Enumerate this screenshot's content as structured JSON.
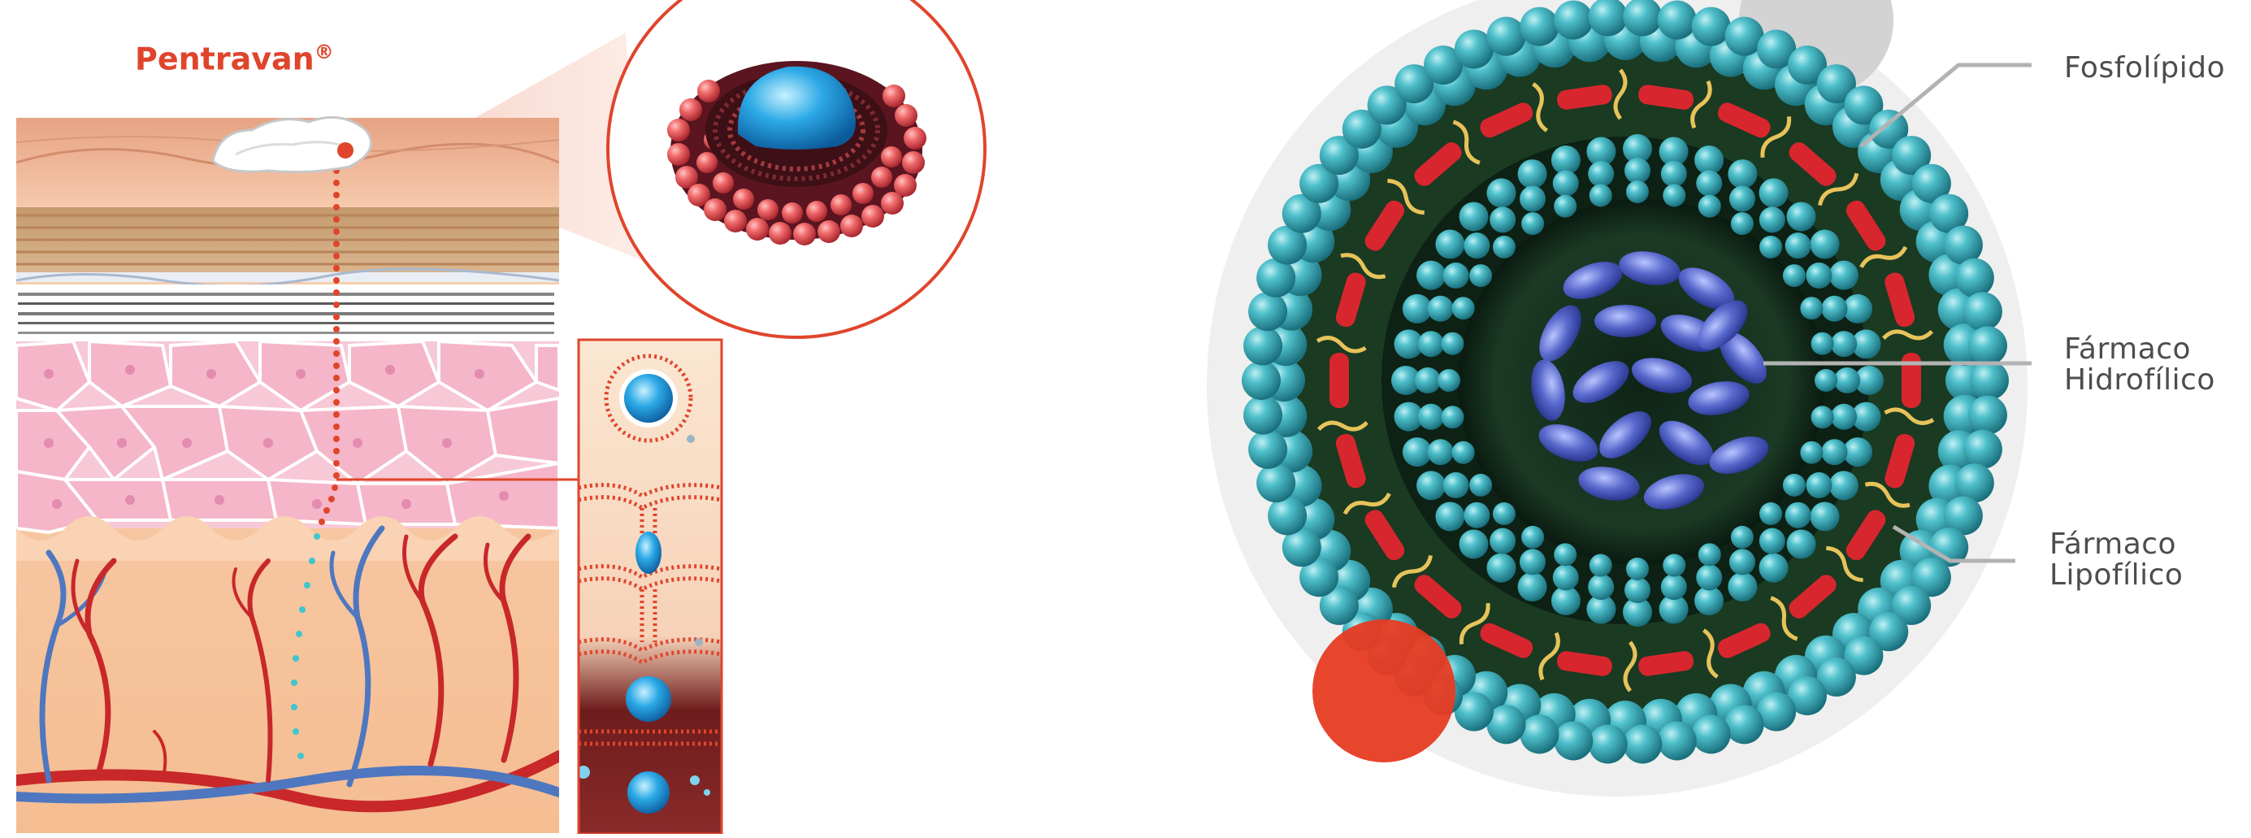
{
  "brand": {
    "name": "Pentravan",
    "mark": "®"
  },
  "labels": {
    "phospholipid": "Fosfolípido",
    "hydrophilic_line1": "Fármaco",
    "hydrophilic_line2": "Hidrofílico",
    "lipophilic_line1": "Fármaco",
    "lipophilic_line2": "Lipofílico"
  },
  "colors": {
    "brand_red": "#e0452c",
    "sphere_teal": "#36a8b4",
    "drug_blue": "#4458c0",
    "lipophilic_red": "#d8262e",
    "skin_pink": "#f3c3cf",
    "vessel_red": "#c8282a",
    "vessel_blue": "#4e77c0",
    "label_gray": "#4d4d4d"
  }
}
